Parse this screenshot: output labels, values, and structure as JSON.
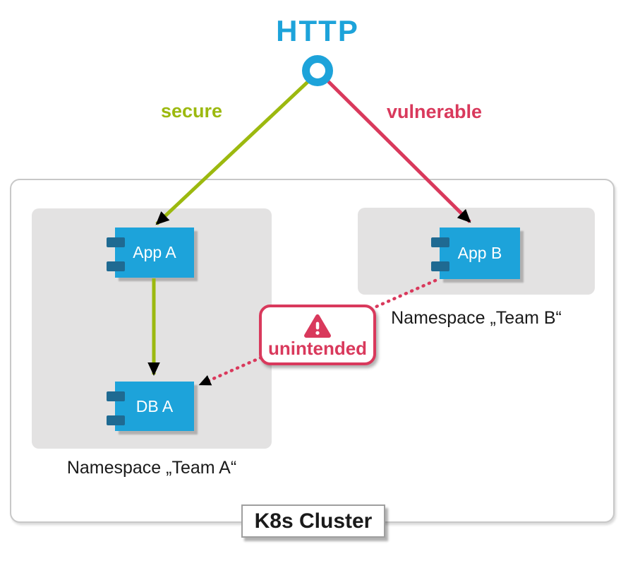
{
  "diagram": {
    "title": "HTTP",
    "edges": {
      "secure_label": "secure",
      "vulnerable_label": "vulnerable"
    },
    "badge": {
      "label": "unintended",
      "icon": "warning-triangle-icon"
    },
    "cluster": {
      "label": "K8s Cluster",
      "namespaces": [
        {
          "label": "Namespace „Team A“",
          "nodes": [
            "App A",
            "DB A"
          ]
        },
        {
          "label": "Namespace „Team B“",
          "nodes": [
            "App B"
          ]
        }
      ]
    },
    "icons": {
      "endpoint": "http-endpoint-ring-icon",
      "node_connector": "container-tab-icon"
    }
  },
  "colors": {
    "blue": "#1da3da",
    "blue_dark": "#1f6a92",
    "green": "#9cb90f",
    "red": "#d9395c",
    "namespace_bg": "#e3e2e2",
    "cluster_border": "#c8c8c8",
    "ink": "#1a1a1a"
  }
}
